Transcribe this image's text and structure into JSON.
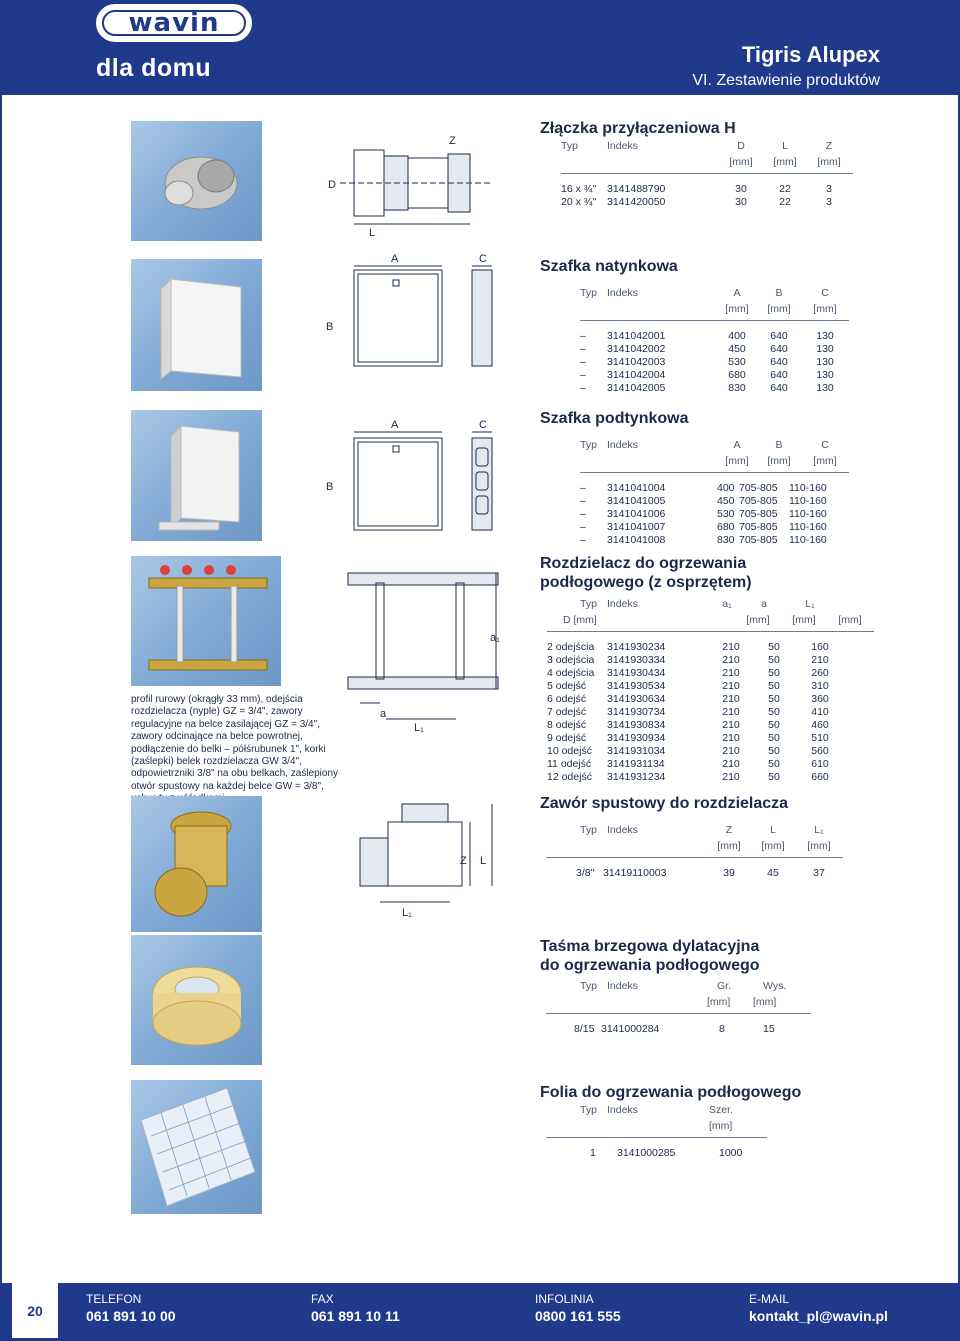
{
  "header": {
    "logo_text": "wavin",
    "tagline": "dla domu",
    "product_line": "Tigris Alupex",
    "section": "VI. Zestawienie produktów"
  },
  "products": {
    "zlaczka": {
      "title": "Złączka przyłączeniowa H",
      "cols": [
        "Typ",
        "Indeks",
        "D",
        "L",
        "Z"
      ],
      "units": [
        "",
        "",
        "[mm]",
        "[mm]",
        "[mm]"
      ],
      "rows": [
        [
          "16 x ¾\"",
          "3141488790",
          "30",
          "22",
          "3"
        ],
        [
          "20 x ¾\"",
          "3141420050",
          "30",
          "22",
          "3"
        ]
      ],
      "dim_labels": [
        "D",
        "Z",
        "L"
      ]
    },
    "szafka_natynkowa": {
      "title": "Szafka natynkowa",
      "cols": [
        "Typ",
        "Indeks",
        "A",
        "B",
        "C"
      ],
      "units": [
        "",
        "",
        "[mm]",
        "[mm]",
        "[mm]"
      ],
      "rows": [
        [
          "–",
          "3141042001",
          "400",
          "640",
          "130"
        ],
        [
          "–",
          "3141042002",
          "450",
          "640",
          "130"
        ],
        [
          "–",
          "3141042003",
          "530",
          "640",
          "130"
        ],
        [
          "–",
          "3141042004",
          "680",
          "640",
          "130"
        ],
        [
          "–",
          "3141042005",
          "830",
          "640",
          "130"
        ]
      ],
      "dim_labels": [
        "A",
        "C",
        "B"
      ]
    },
    "szafka_podtynkowa": {
      "title": "Szafka podtynkowa",
      "cols": [
        "Typ",
        "Indeks",
        "A",
        "B",
        "C"
      ],
      "units": [
        "",
        "",
        "[mm]",
        "[mm]",
        "[mm]"
      ],
      "rows": [
        [
          "–",
          "3141041004",
          "400",
          "705-805",
          "110-160"
        ],
        [
          "–",
          "3141041005",
          "450",
          "705-805",
          "110-160"
        ],
        [
          "–",
          "3141041006",
          "530",
          "705-805",
          "110-160"
        ],
        [
          "–",
          "3141041007",
          "680",
          "705-805",
          "110-160"
        ],
        [
          "–",
          "3141041008",
          "830",
          "705-805",
          "110-160"
        ]
      ],
      "dim_labels": [
        "A",
        "C",
        "B"
      ]
    },
    "rozdzielacz": {
      "title_line1": "Rozdzielacz do ogrzewania",
      "title_line2": "podłogowego (z osprzętem)",
      "cols": [
        "Typ",
        "Indeks",
        "a₁",
        "a",
        "L₁"
      ],
      "units": [
        "D [mm]",
        "",
        "[mm]",
        "[mm]",
        "[mm]"
      ],
      "rows": [
        [
          "2 odejścia",
          "3141930234",
          "210",
          "50",
          "160"
        ],
        [
          "3 odejścia",
          "3141930334",
          "210",
          "50",
          "210"
        ],
        [
          "4 odejścia",
          "3141930434",
          "210",
          "50",
          "260"
        ],
        [
          "5 odejść",
          "3141930534",
          "210",
          "50",
          "310"
        ],
        [
          "6 odejść",
          "3141930634",
          "210",
          "50",
          "360"
        ],
        [
          "7 odejść",
          "3141930734",
          "210",
          "50",
          "410"
        ],
        [
          "8 odejść",
          "3141930834",
          "210",
          "50",
          "460"
        ],
        [
          "9 odejść",
          "3141930934",
          "210",
          "50",
          "510"
        ],
        [
          "10 odejść",
          "3141931034",
          "210",
          "50",
          "560"
        ],
        [
          "11 odejść",
          "3141931134",
          "210",
          "50",
          "610"
        ],
        [
          "12 odejść",
          "3141931234",
          "210",
          "50",
          "660"
        ]
      ],
      "description": "profil rurowy (okrągły 33 mm), odejścia rozdzielacza (nyple) GZ = 3/4\", zawory regulacyjne na belce zasilającej GZ = 3/4\", zawory odcinające na belce powrotnej, podłączenie do belki – półśrubunek 1\", korki (zaślepki) belek rozdzielacza GW 3/4\", odpowietrzniki 3/8\" na obu belkach, zaślepiony otwór spustowy na każdej belce GW = 3/8\", uchwyty z wkładkami",
      "dim_labels": [
        "a₁",
        "a",
        "L₁"
      ]
    },
    "zawor": {
      "title": "Zawór spustowy do rozdzielacza",
      "cols": [
        "Typ",
        "Indeks",
        "Z",
        "L",
        "L₁"
      ],
      "units": [
        "",
        "",
        "[mm]",
        "[mm]",
        "[mm]"
      ],
      "rows": [
        [
          "3/8\"",
          "31419110003",
          "39",
          "45",
          "37"
        ]
      ],
      "dim_labels": [
        "Z",
        "L",
        "L₁"
      ]
    },
    "tasma": {
      "title_line1": "Taśma brzegowa dylatacyjna",
      "title_line2": "do ogrzewania podłogowego",
      "cols": [
        "Typ",
        "Indeks",
        "Gr.",
        "Wys."
      ],
      "units": [
        "",
        "",
        "[mm]",
        "[mm]"
      ],
      "rows": [
        [
          "8/15",
          "3141000284",
          "8",
          "15"
        ]
      ]
    },
    "folia": {
      "title": "Folia do ogrzewania podłogowego",
      "cols": [
        "Typ",
        "Indeks",
        "Szer."
      ],
      "units": [
        "",
        "",
        "[mm]"
      ],
      "rows": [
        [
          "1",
          "3141000285",
          "1000"
        ]
      ]
    }
  },
  "footer": {
    "page_number": "20",
    "telefon_label": "TELEFON",
    "telefon": "061 891 10 00",
    "fax_label": "FAX",
    "fax": "061 891 10 11",
    "infolinia_label": "INFOLINIA",
    "infolinia": "0800 161 555",
    "email_label": "E-MAIL",
    "email": "kontakt_pl@wavin.pl"
  },
  "colors": {
    "brand_blue": "#1f3a8a",
    "text": "#1b2a4a",
    "photo_bg": "#7fa8d4"
  }
}
